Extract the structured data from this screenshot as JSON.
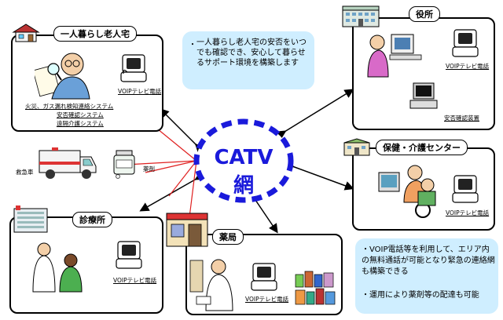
{
  "center": {
    "label": "CATV網"
  },
  "home": {
    "title": "一人暮らし老人宅",
    "phone_label": "VOIPテレビ電話",
    "systems": [
      "火災、ガス漏れ検知連絡システム",
      "安否確認システム",
      "遠隔介護システム"
    ]
  },
  "city_office": {
    "title": "役所",
    "phone_label": "VOIPテレビ電話",
    "device_label": "安否確認装置"
  },
  "care_center": {
    "title": "保健・介護センター",
    "phone_label": "VOIPテレビ電話"
  },
  "clinic": {
    "title": "診療所",
    "phone_label": "VOIPテレビ電話"
  },
  "pharmacy": {
    "title": "薬局",
    "phone_label": "VOIPテレビ電話"
  },
  "side_labels": {
    "ambulance": "救急車",
    "medicine": "薬剤"
  },
  "note_top": {
    "bullet": "・",
    "text": "一人暮らし老人宅の安否をいつでも確認でき、安心して暮らせるサポート環境を構築します"
  },
  "note_bottom": {
    "items": [
      "・VOIP電話等を利用して、エリア内の無料通話が可能となり緊急の連絡網も構築できる",
      "・運用により薬剤等の配達も可能"
    ]
  },
  "colors": {
    "dashes": "#1a1adb",
    "note_bg": "#cfeeff",
    "red_line": "#e02020"
  }
}
